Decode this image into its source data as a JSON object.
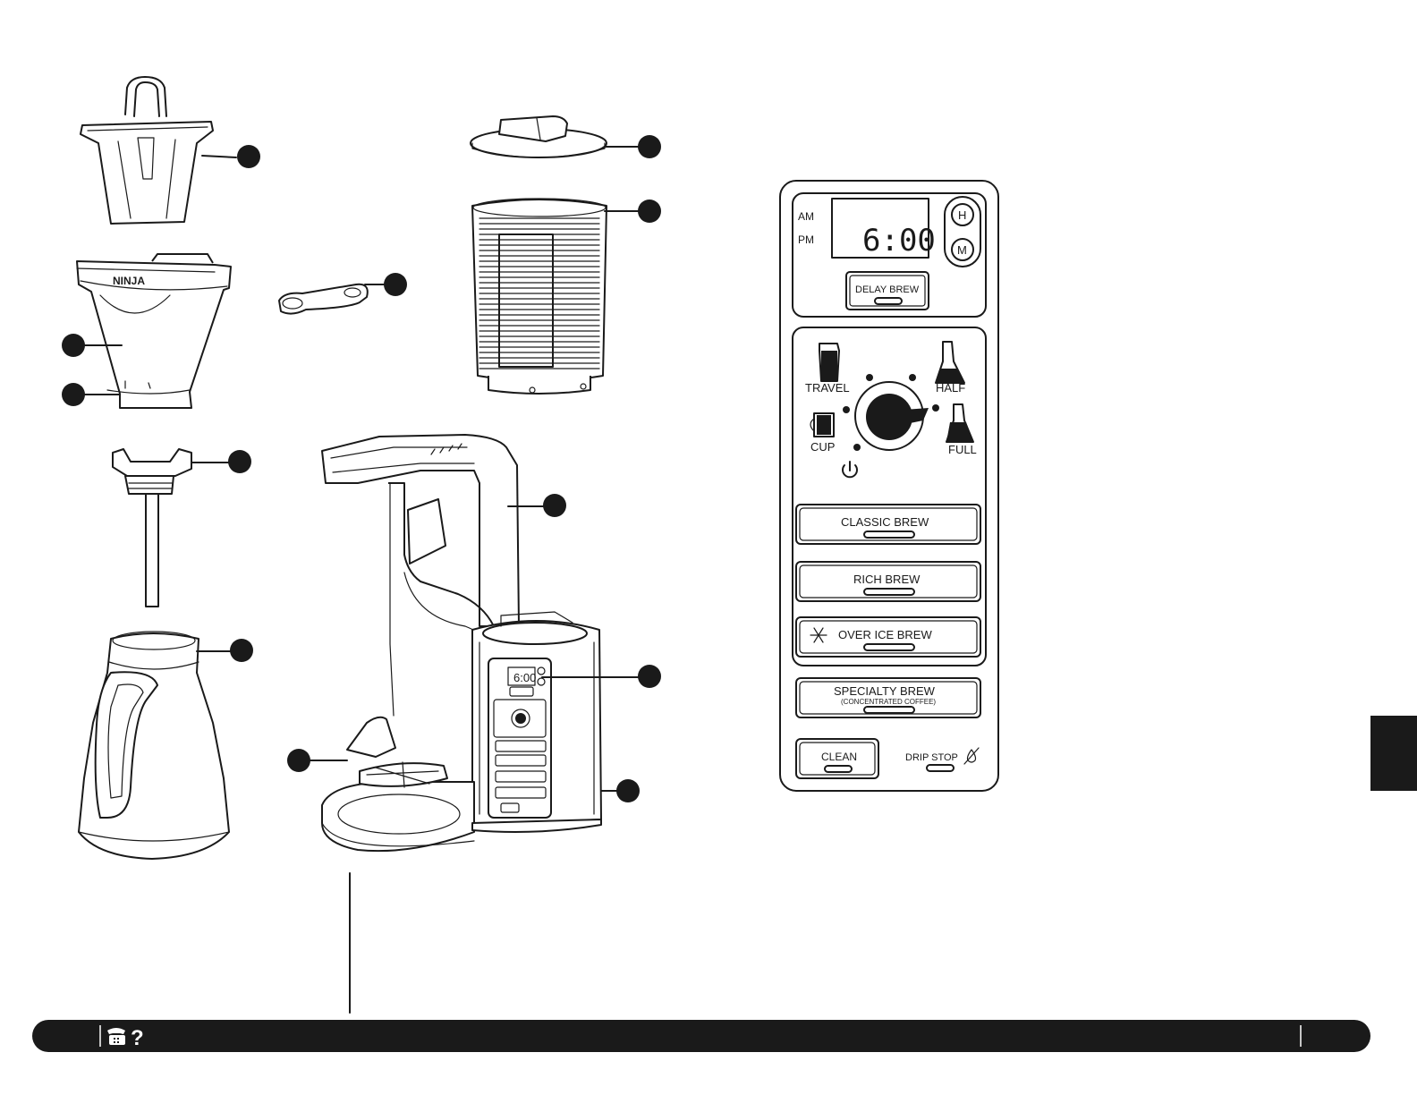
{
  "panel": {
    "am": "AM",
    "pm": "PM",
    "time": "6:00",
    "hour_button": "H",
    "minute_button": "M",
    "delay_brew": "DELAY BREW",
    "sizes": {
      "travel": "TRAVEL",
      "half": "HALF",
      "cup": "CUP",
      "full": "FULL"
    },
    "classic_brew": "CLASSIC BREW",
    "rich_brew": "RICH BREW",
    "over_ice_brew": "OVER ICE BREW",
    "specialty_brew": "SPECIALTY BREW",
    "specialty_sub": "(CONCENTRATED COFFEE)",
    "clean": "CLEAN",
    "drip_stop": "DRIP STOP"
  },
  "brand_mark": "NINJA",
  "icons": {
    "phone": "phone-icon",
    "help": "question-mark-icon",
    "power": "power-icon",
    "snowflake": "snowflake-icon",
    "drip_stop": "drip-stop-icon"
  },
  "colors": {
    "ink": "#1a1a1a",
    "paper": "#ffffff"
  }
}
